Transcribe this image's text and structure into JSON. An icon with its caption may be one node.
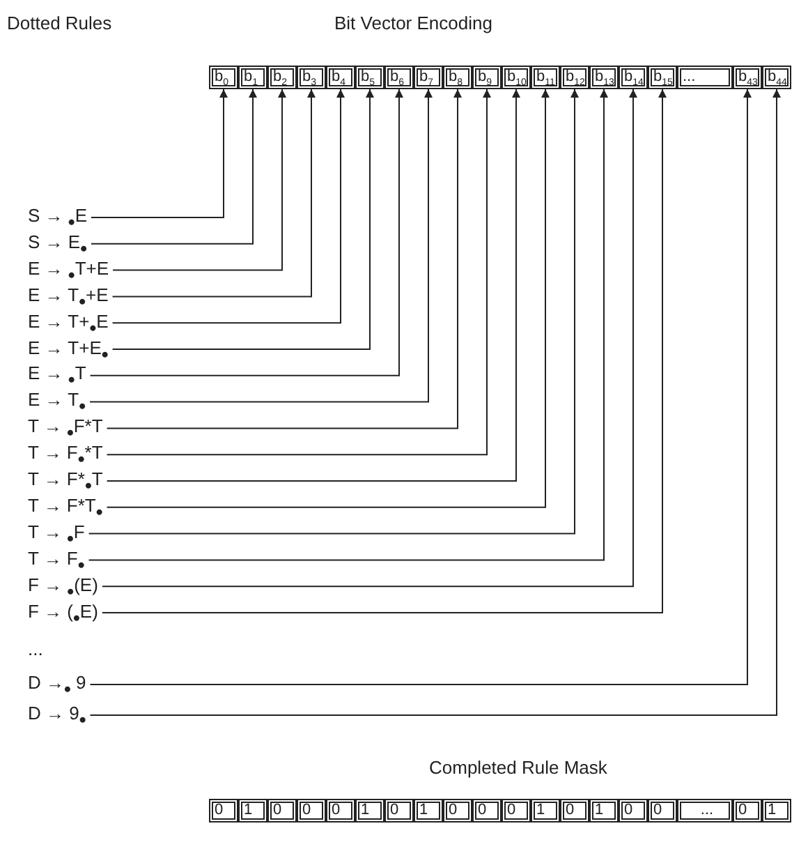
{
  "diagram": {
    "nodes": [
      {
        "text": [
          "S → $_{•}$E"
        ]
      },
      {
        "text": [
          "S → E$_{•}$"
        ]
      },
      {
        "text": [
          "E → $_{•}$T+E"
        ]
      },
      {
        "text": [
          "E → T$_{•}$+E"
        ]
      },
      {
        "text": [
          "E → T+$_{•}$E"
        ]
      },
      {
        "text": [
          "E → T+E$_{•}$"
        ]
      },
      {
        "text": [
          "E → $_{•}$T"
        ]
      },
      {
        "text": [
          "E → T$_{•}$"
        ]
      },
      {
        "text": [
          "T → $_{•}$F*T"
        ]
      },
      {
        "text": [
          "T → F$_{•}$*T"
        ]
      },
      {
        "text": [
          "T → F*$_{•}$T"
        ]
      },
      {
        "text": [
          "T → F*T$_{•}$"
        ]
      },
      {
        "text": [
          "T → $_{•}$F"
        ]
      },
      {
        "text": [
          "T → F$_{•}$"
        ]
      },
      {
        "text": [
          "F → $_{•}$(E)"
        ]
      },
      {
        "text": [
          "F → ($_{•}$E)"
        ]
      },
      {
        "text": [
          "D →$_{•}$ 9"
        ]
      },
      {
        "text": [
          "D → 9$_{•}$"
        ]
      },
      {
        "text": [
          "b$_{0}$"
        ]
      },
      {
        "text": [
          "b$_{1}$"
        ]
      },
      {
        "text": [
          "b$_{2}$"
        ]
      },
      {
        "text": [
          "b$_{3}$"
        ]
      },
      {
        "text": [
          "b$_{4}$"
        ]
      },
      {
        "text": [
          "b$_{5}$"
        ]
      },
      {
        "text": [
          "b$_{6}$"
        ]
      },
      {
        "text": [
          "b$_{7}$"
        ]
      },
      {
        "text": [
          "b$_{8}$"
        ]
      },
      {
        "text": [
          "b$_{9}$"
        ]
      },
      {
        "text": [
          "b$_{10}$"
        ]
      },
      {
        "text": [
          "b$_{11}$"
        ]
      },
      {
        "text": [
          "b$_{12}$"
        ]
      },
      {
        "text": [
          "b$_{13}$"
        ]
      },
      {
        "text": [
          "b$_{14}$"
        ]
      },
      {
        "text": [
          "b$_{15}$"
        ]
      },
      {
        "text": [
          "..."
        ]
      },
      {
        "text": [
          "b$_{43}$"
        ]
      },
      {
        "text": [
          "b$_{44}$"
        ]
      }
    ],
    "edges": [
      {
        "from": 0,
        "to": 18,
        "arrow": "to"
      },
      {
        "from": 1,
        "to": 19,
        "arrow": "to"
      },
      {
        "from": 2,
        "to": 20,
        "arrow": "to"
      },
      {
        "from": 3,
        "to": 21,
        "arrow": "to"
      },
      {
        "from": 4,
        "to": 22,
        "arrow": "to"
      },
      {
        "from": 5,
        "to": 23,
        "arrow": "to"
      },
      {
        "from": 6,
        "to": 24,
        "arrow": "to"
      },
      {
        "from": 7,
        "to": 25,
        "arrow": "to"
      },
      {
        "from": 8,
        "to": 26,
        "arrow": "to"
      },
      {
        "from": 9,
        "to": 27,
        "arrow": "to"
      },
      {
        "from": 10,
        "to": 28,
        "arrow": "to"
      },
      {
        "from": 11,
        "to": 29,
        "arrow": "to"
      },
      {
        "from": 12,
        "to": 30,
        "arrow": "to"
      },
      {
        "from": 13,
        "to": 31,
        "arrow": "to"
      },
      {
        "from": 14,
        "to": 32,
        "arrow": "to"
      },
      {
        "from": 15,
        "to": 33,
        "arrow": "to"
      },
      {
        "from": 16,
        "to": 35,
        "arrow": "to"
      },
      {
        "from": 17,
        "to": 36,
        "arrow": "to"
      }
    ],
    "labels": [
      "Dotted Rules",
      "Bit Vector Encoding",
      "...",
      "Completed Rule Mask",
      "0",
      "1",
      "0",
      "0",
      "0",
      "1",
      "0",
      "1",
      "0",
      "0",
      "0",
      "1",
      "0",
      "1",
      "0",
      "0",
      "...",
      "0",
      "1"
    ]
  }
}
